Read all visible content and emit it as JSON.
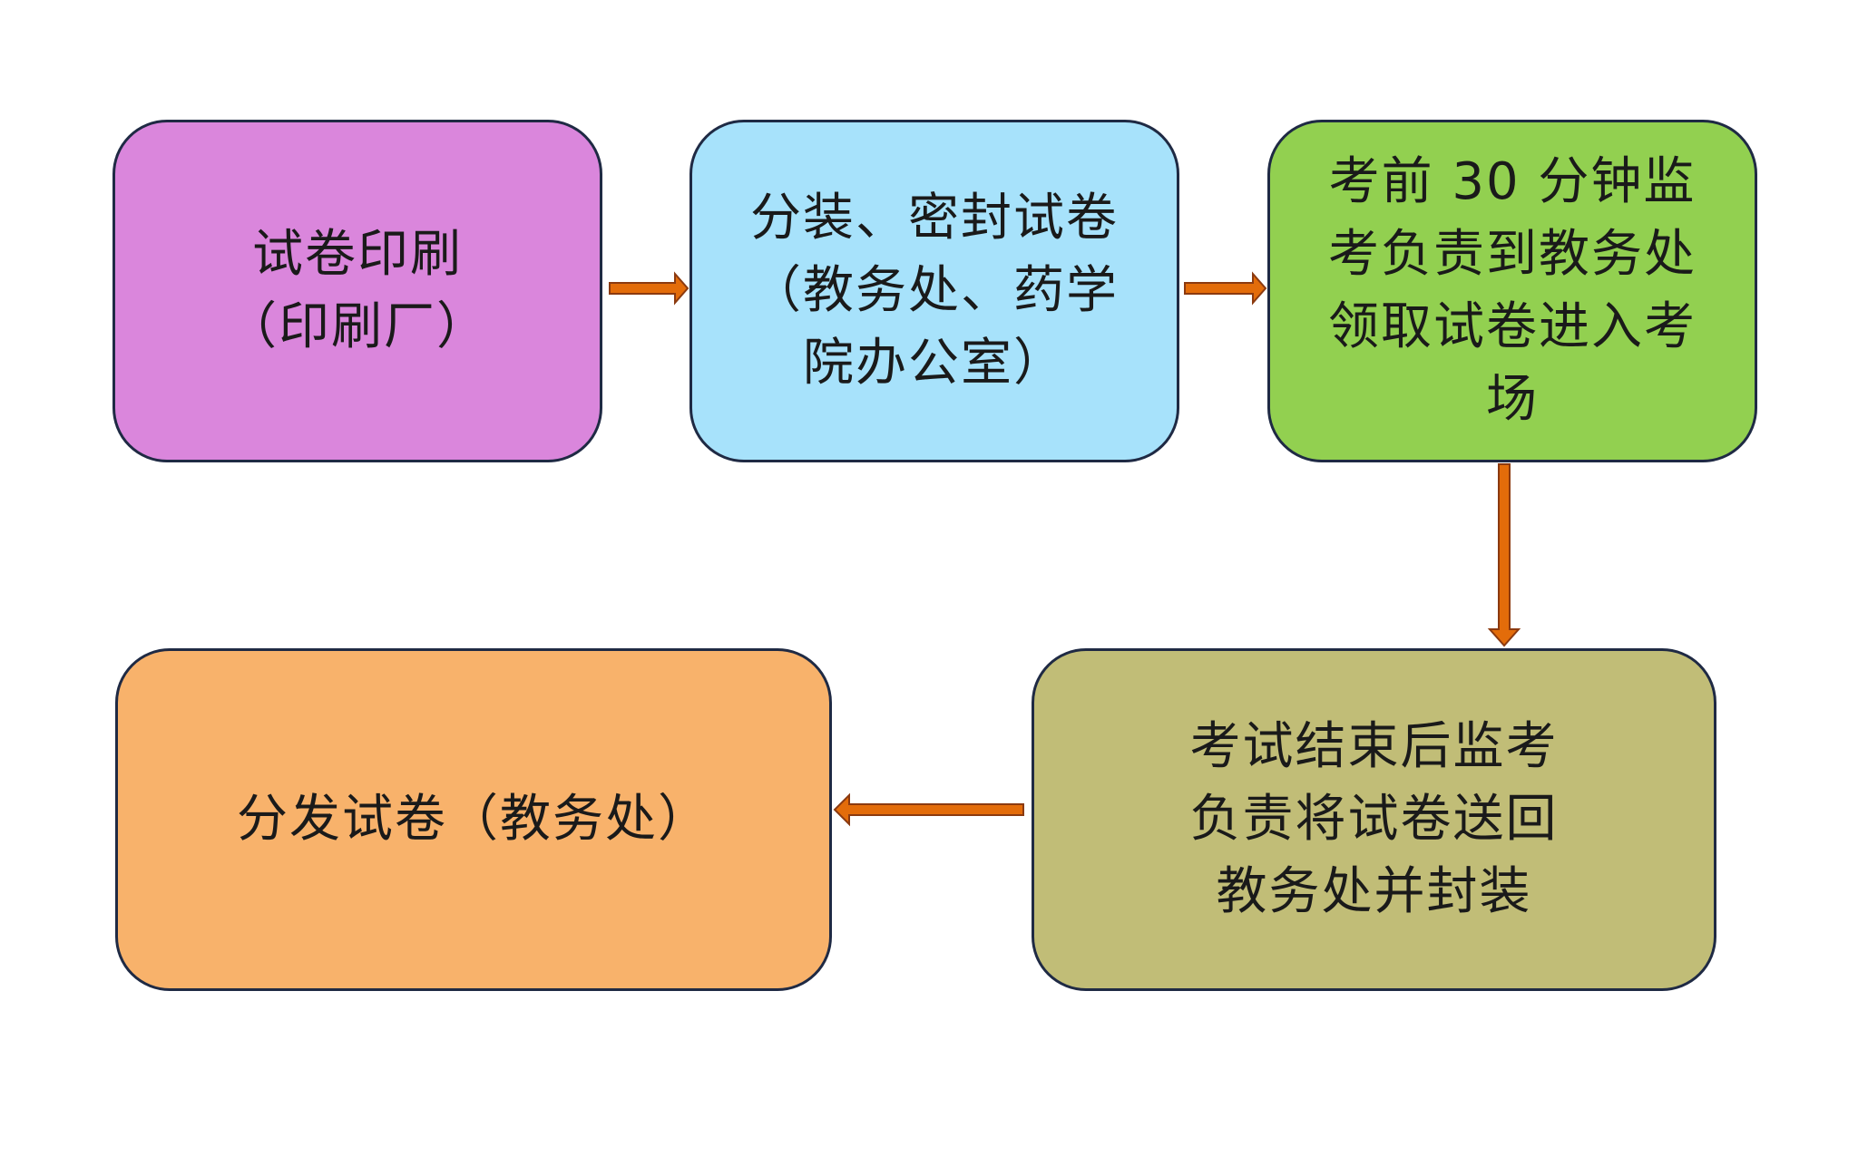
{
  "diagram": {
    "nodes": [
      {
        "id": "box1",
        "text": "试卷印刷\n（印刷厂）",
        "color": "#da86dc"
      },
      {
        "id": "box2",
        "text": "分装、密封试卷\n（教务处、药学\n院办公室）",
        "color": "#a7e2fb"
      },
      {
        "id": "box3",
        "text": "考前 30 分钟监\n考负责到教务处\n领取试卷进入考\n场",
        "color": "#92d050"
      },
      {
        "id": "box4",
        "text": "考试结束后监考\n负责将试卷送回\n教务处并封装",
        "color": "#c1bd77"
      },
      {
        "id": "box5",
        "text": "分发试卷（教务处）",
        "color": "#f8b26b"
      }
    ],
    "edges": [
      {
        "from": "box1",
        "to": "box2"
      },
      {
        "from": "box2",
        "to": "box3"
      },
      {
        "from": "box3",
        "to": "box4"
      },
      {
        "from": "box4",
        "to": "box5"
      }
    ],
    "arrow_fill": "#e36c0a",
    "arrow_stroke": "#8b3a10",
    "border_color": "#1f2a44"
  }
}
